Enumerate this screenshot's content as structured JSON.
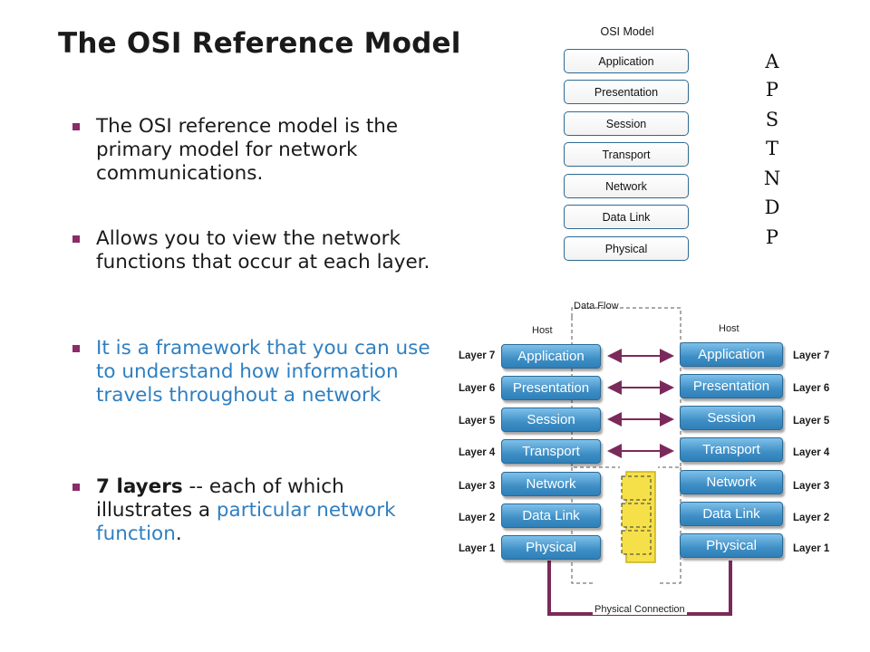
{
  "title": "The OSI Reference Model",
  "bullets": [
    {
      "text": "The OSI reference model is the primary model for network communications."
    },
    {
      "text": "Allows you to view the network functions that occur at each layer."
    },
    {
      "text": "It is a framework that you can use to understand how information travels throughout a network"
    },
    {
      "prefix_bold": "7 layers",
      "mid": " -- each of which illustrates a ",
      "blue": "particular network function",
      "suffix": "."
    }
  ],
  "osi_model": {
    "heading": "OSI Model",
    "layers": [
      "Application",
      "Presentation",
      "Session",
      "Transport",
      "Network",
      "Data Link",
      "Physical"
    ]
  },
  "mnemonic": [
    "A",
    "P",
    "S",
    "T",
    "N",
    "D",
    "P"
  ],
  "data_flow": {
    "title": "Data Flow",
    "left_host": "Host",
    "right_host": "Host",
    "bottom": "Physical Connection",
    "layer_labels": [
      "Layer 7",
      "Layer 6",
      "Layer 5",
      "Layer 4",
      "Layer 3",
      "Layer 2",
      "Layer 1"
    ],
    "layers": [
      "Application",
      "Presentation",
      "Session",
      "Transport",
      "Network",
      "Data Link",
      "Physical"
    ]
  },
  "colors": {
    "accent": "#8a2b6a",
    "highlight": "#2f7fc1",
    "layer_blue": "#3f8fc6",
    "link": "#7a2a5a",
    "stack_yellow": "#f5e04a"
  }
}
